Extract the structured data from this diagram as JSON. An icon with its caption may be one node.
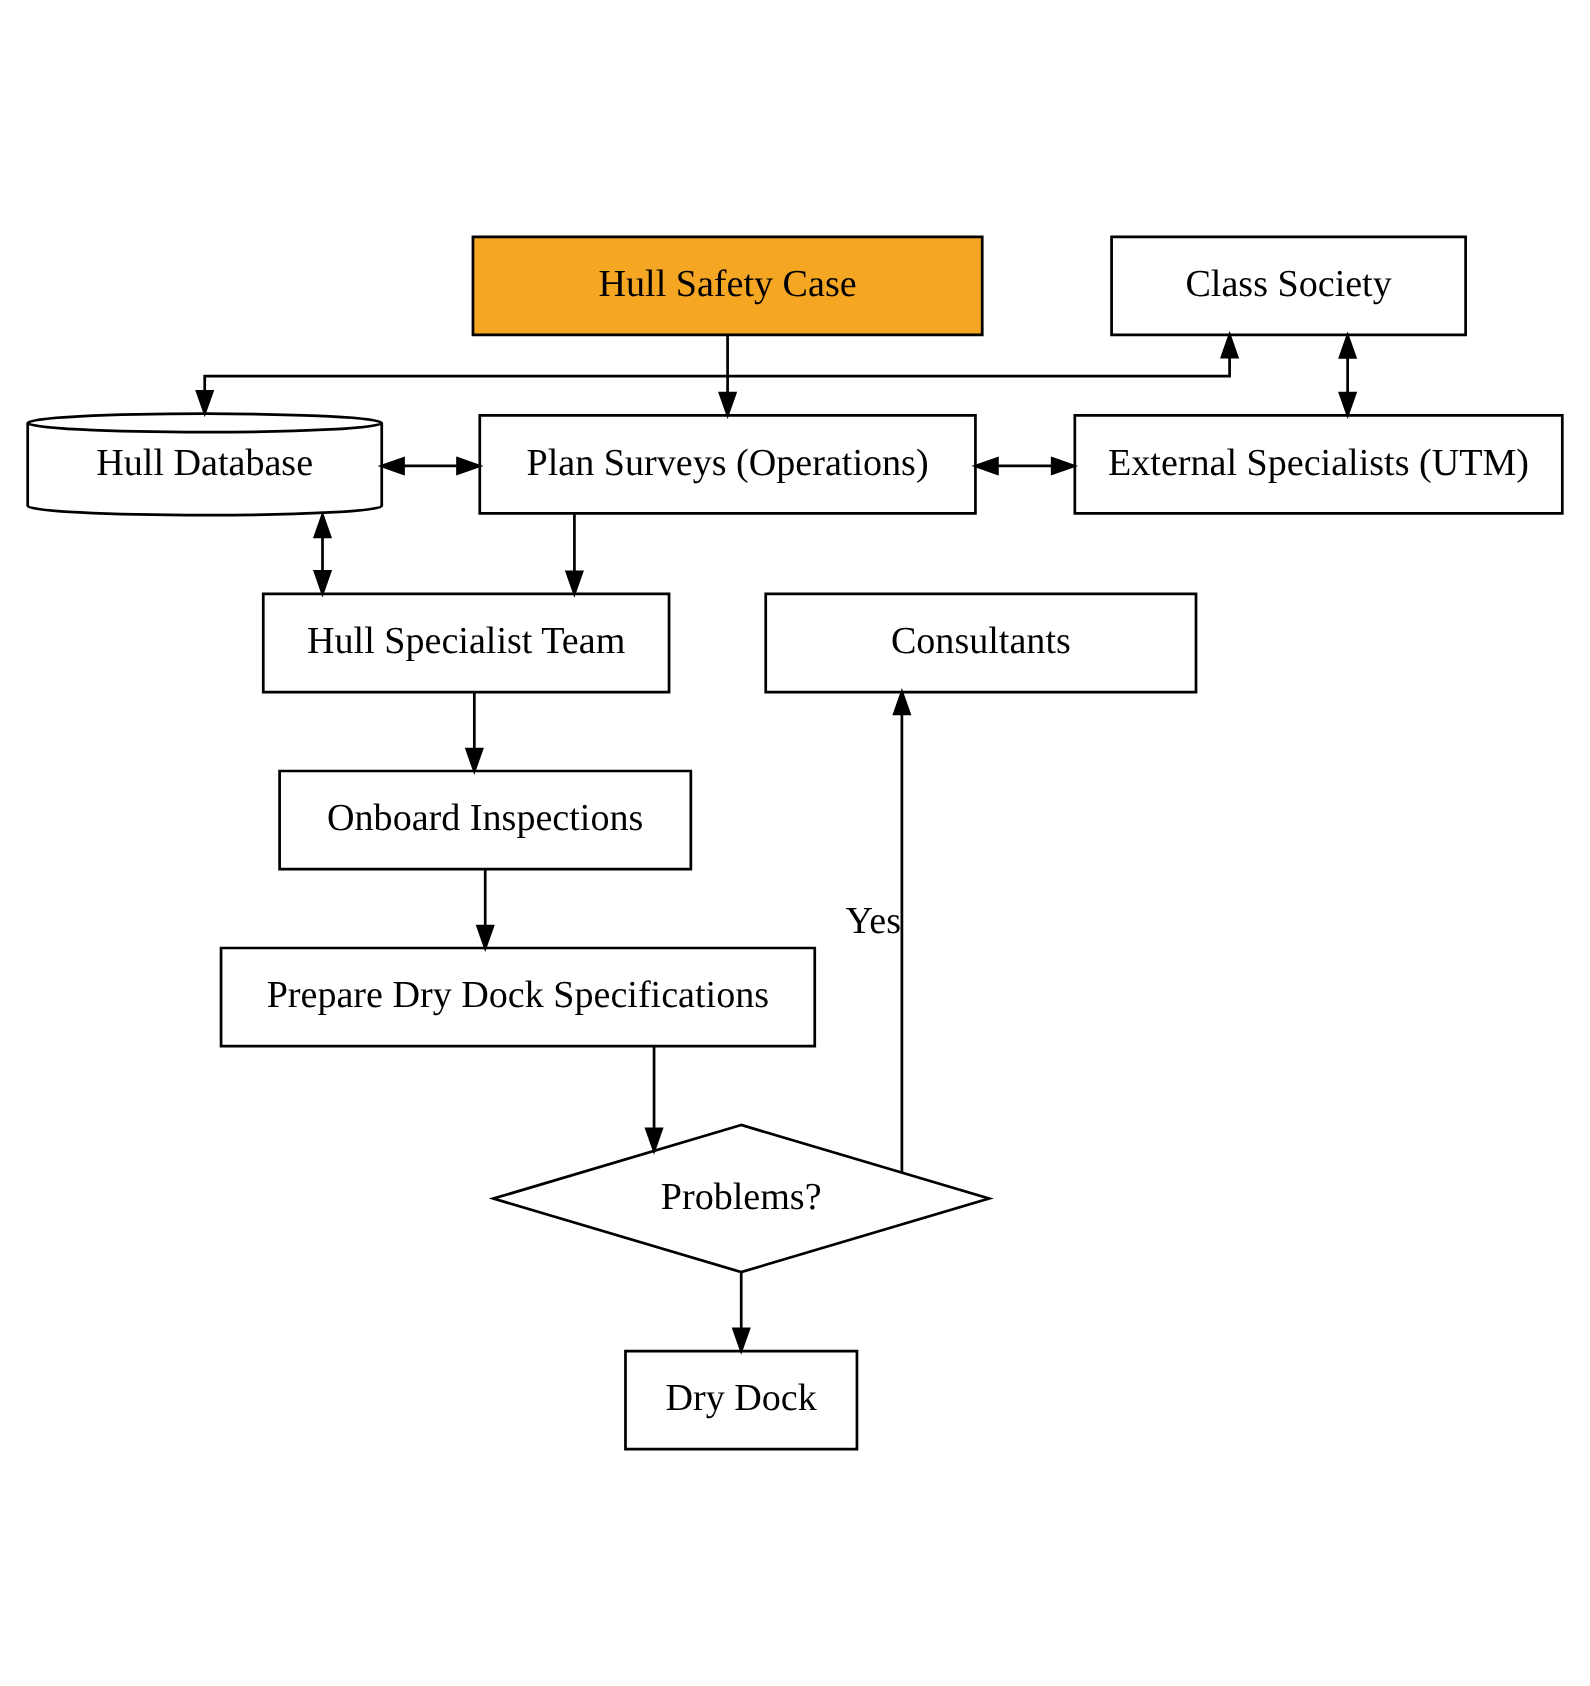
{
  "diagram": {
    "nodes": [
      {
        "text": [
          "Class Society"
        ]
      },
      {
        "text": [
          "Hull Safety Case"
        ]
      },
      {
        "text": [
          "Hull Database"
        ]
      },
      {
        "text": [
          "Plan Surveys (Operations)"
        ]
      },
      {
        "text": [
          "External Specialists (UTM)"
        ]
      },
      {
        "text": [
          "Hull Specialist Team"
        ]
      },
      {
        "text": [
          "Consultants"
        ]
      },
      {
        "text": [
          "Onboard Inspections"
        ]
      },
      {
        "text": [
          "Prepare Dry Dock Specifications"
        ]
      },
      {
        "text": [
          "Problems?"
        ]
      },
      {
        "text": [
          "Dry Dock"
        ]
      }
    ],
    "edges": [
      {
        "from": 0,
        "to": 2,
        "arrow": "both"
      },
      {
        "from": 0,
        "to": 4,
        "arrow": "both"
      },
      {
        "from": 1,
        "to": 3,
        "arrow": "to"
      },
      {
        "from": 2,
        "to": 3,
        "arrow": "both"
      },
      {
        "from": 3,
        "to": 4,
        "arrow": "both"
      },
      {
        "from": 3,
        "to": 5,
        "arrow": "to"
      },
      {
        "from": 5,
        "to": 2,
        "arrow": "both"
      },
      {
        "from": 5,
        "to": 7,
        "arrow": "to"
      },
      {
        "from": 7,
        "to": 8,
        "arrow": "to"
      },
      {
        "from": 8,
        "to": 9,
        "arrow": "to"
      },
      {
        "from": 9,
        "to": 6,
        "arrow": "to",
        "label": "Yes"
      },
      {
        "from": 9,
        "to": 10,
        "arrow": "to"
      }
    ]
  }
}
